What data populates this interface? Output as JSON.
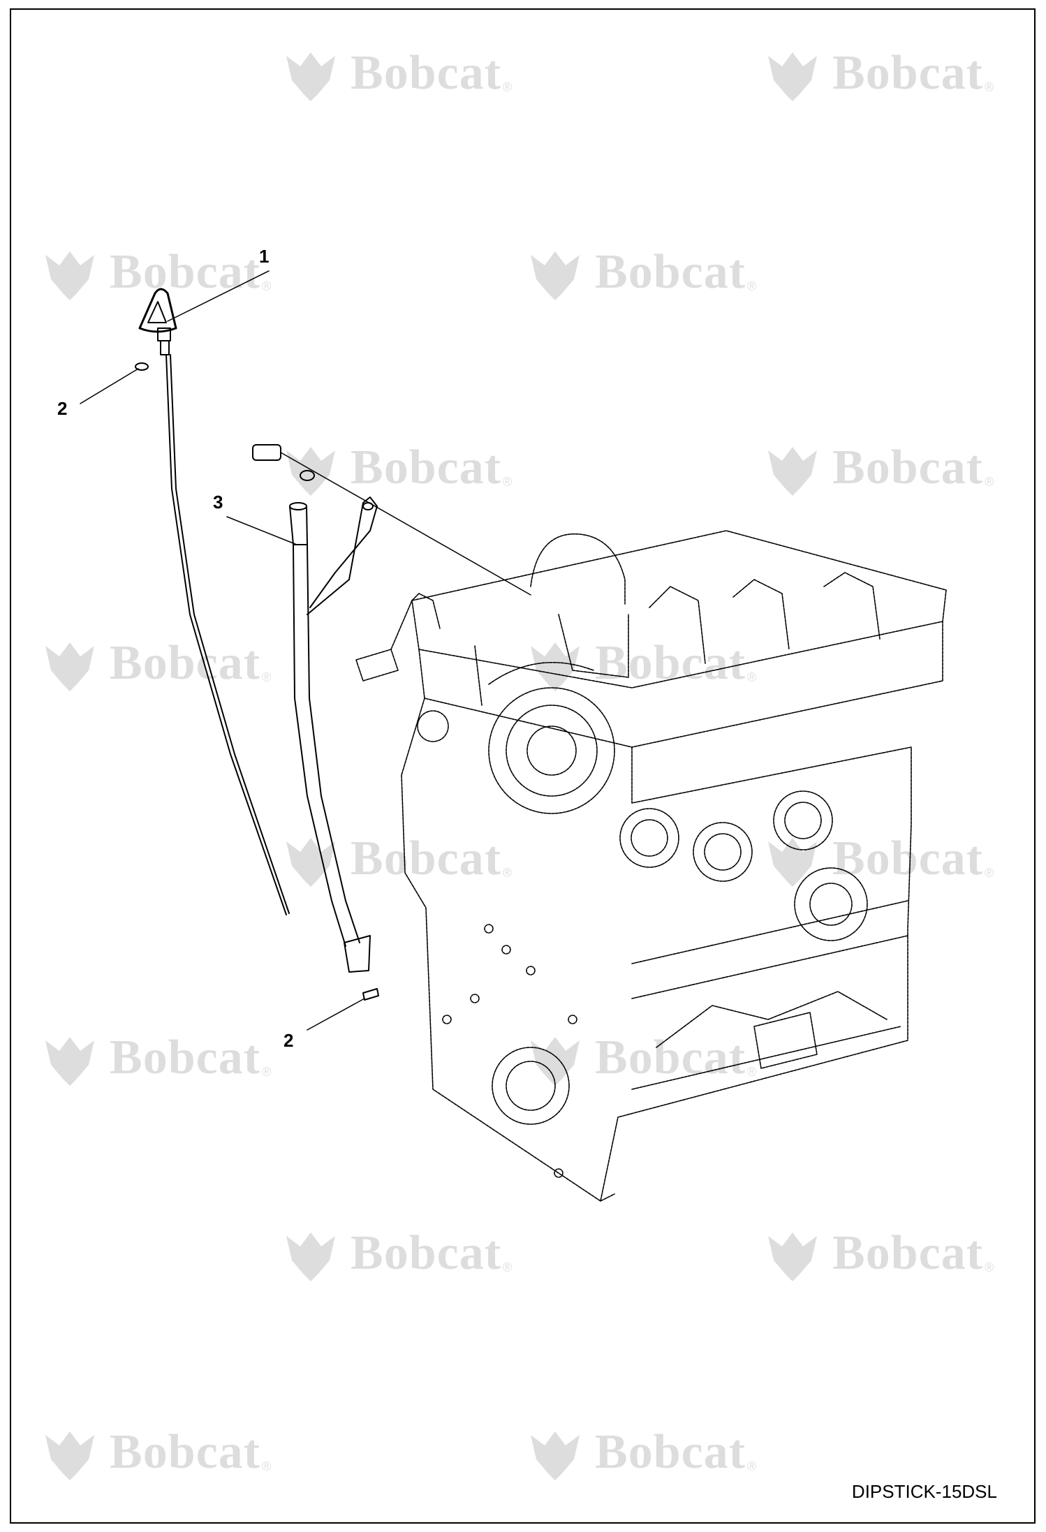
{
  "watermark": {
    "text": "Bobcat",
    "mark": "®",
    "icon": "bobcat-logo-icon"
  },
  "callouts": [
    {
      "label": "1",
      "part": "dipstick"
    },
    {
      "label": "2",
      "part": "o-ring-upper"
    },
    {
      "label": "3",
      "part": "dipstick-guide-tube"
    },
    {
      "label": "2",
      "part": "o-ring-lower"
    }
  ],
  "drawing_id": "DIPSTICK-15DSL",
  "colors": {
    "line": "#000000",
    "watermark": "#000000"
  }
}
